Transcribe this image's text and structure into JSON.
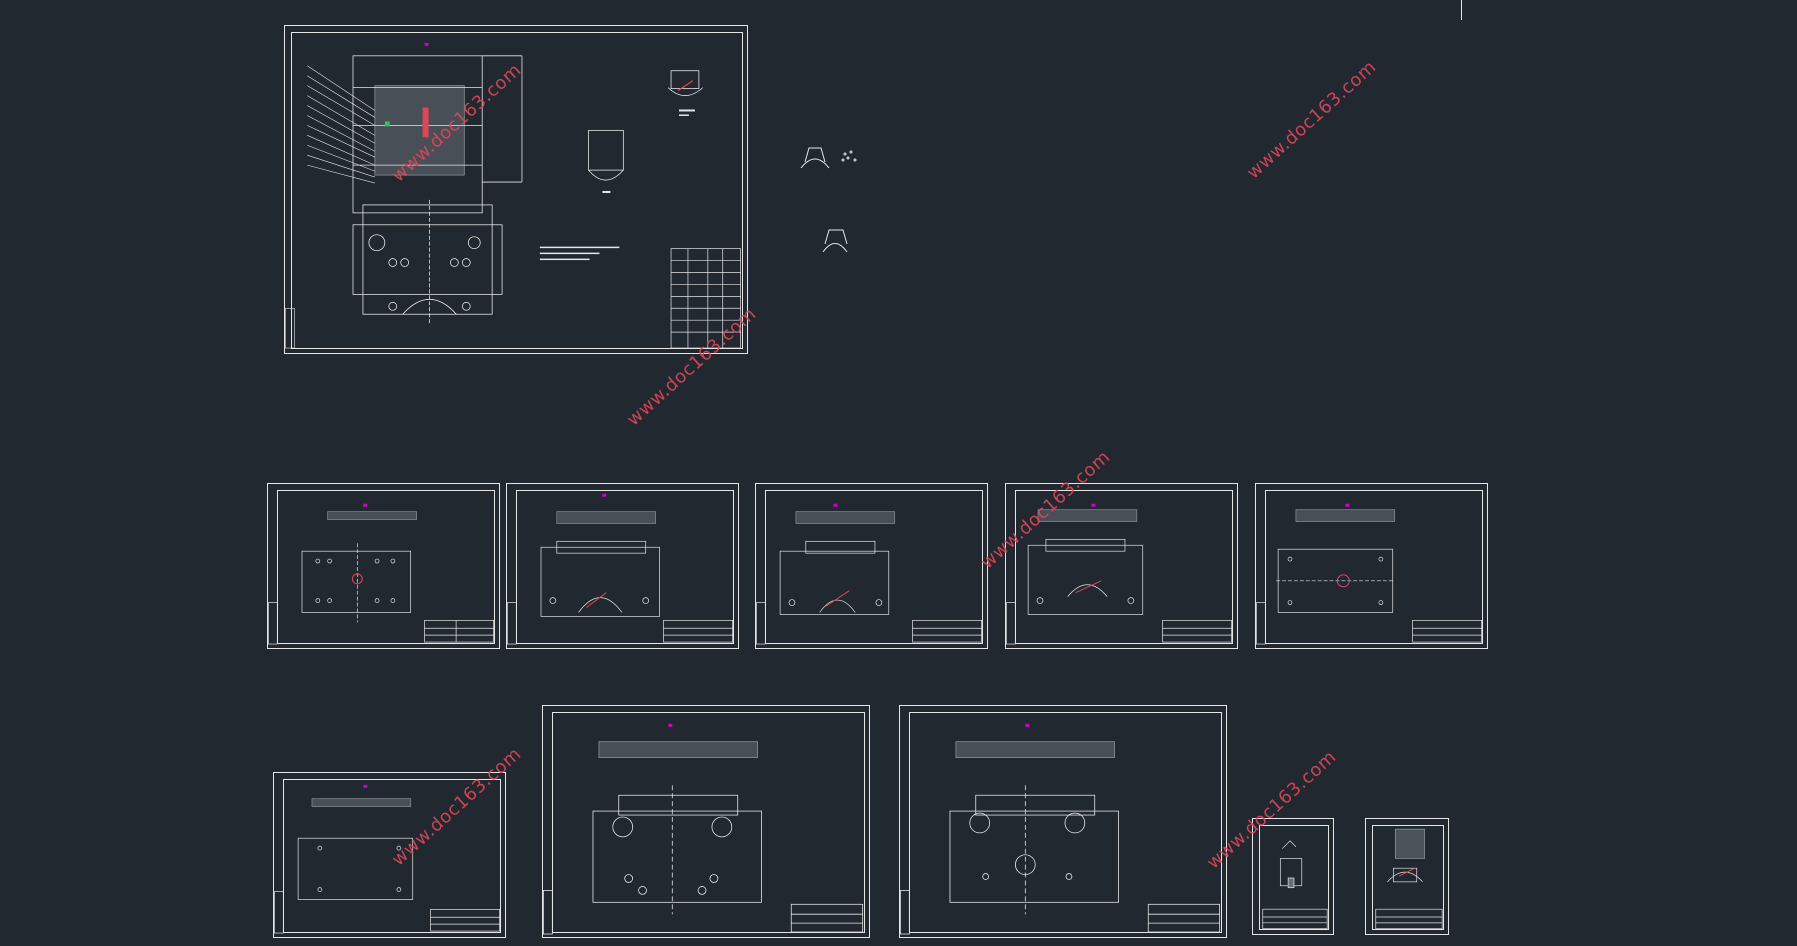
{
  "watermark_text": "www.doc163.com",
  "canvas": {
    "background": "#212830",
    "line_color": "#e6e6e6",
    "accent_magenta": "#d000d0",
    "accent_red": "#e0465a"
  },
  "sheets": [
    {
      "id": "assembly",
      "label": "assembly-drawing-sheet"
    },
    {
      "id": "part-1",
      "label": "part-drawing-sheet-1"
    },
    {
      "id": "part-2",
      "label": "part-drawing-sheet-2"
    },
    {
      "id": "part-3",
      "label": "part-drawing-sheet-3"
    },
    {
      "id": "part-4",
      "label": "part-drawing-sheet-4"
    },
    {
      "id": "part-5",
      "label": "part-drawing-sheet-5"
    },
    {
      "id": "part-6",
      "label": "part-drawing-sheet-6"
    },
    {
      "id": "part-7",
      "label": "part-drawing-sheet-7"
    },
    {
      "id": "part-8",
      "label": "part-drawing-sheet-8"
    },
    {
      "id": "part-9",
      "label": "part-drawing-sheet-9"
    },
    {
      "id": "part-10",
      "label": "part-drawing-sheet-10"
    }
  ]
}
